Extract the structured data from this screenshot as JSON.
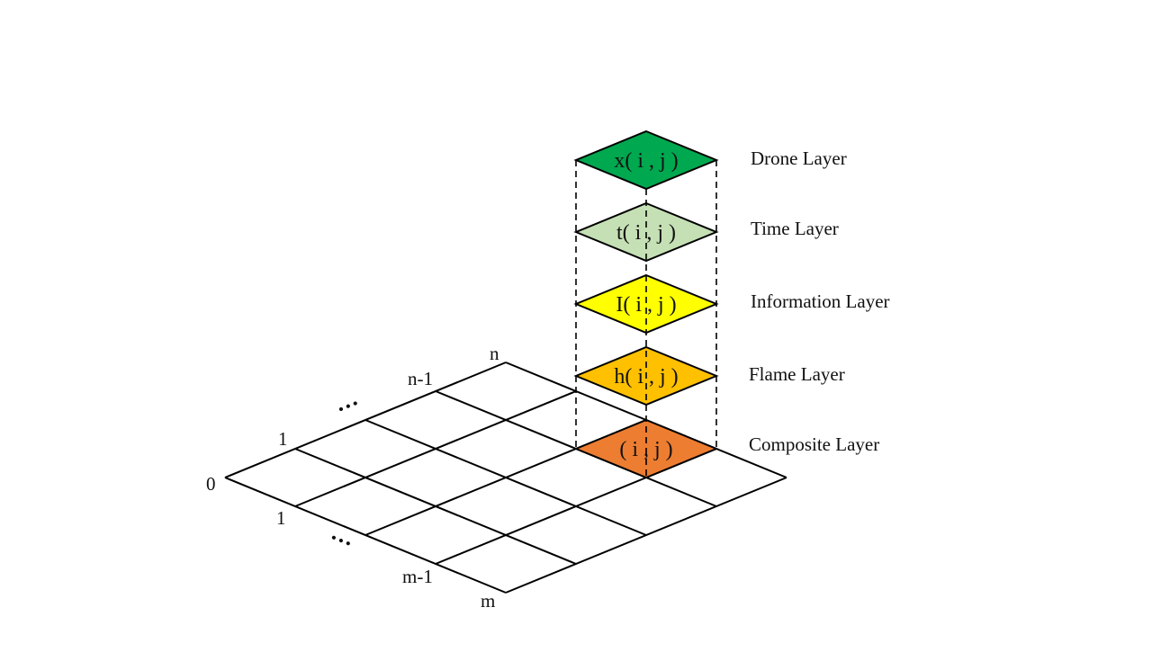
{
  "grid": {
    "origin_label": "0",
    "left_axis": {
      "ticks": [
        "1",
        "n-1",
        "n"
      ],
      "ellipsis": "..."
    },
    "right_axis": {
      "ticks": [
        "1",
        "m-1",
        "m"
      ],
      "ellipsis": "..."
    }
  },
  "layers": [
    {
      "name": "Drone Layer",
      "cell_label": "x( i , j )",
      "color": "#00a84f"
    },
    {
      "name": "Time Layer",
      "cell_label": "t( i , j )",
      "color": "#c5e0b4"
    },
    {
      "name": "Information Layer",
      "cell_label": "I( i , j )",
      "color": "#ffff00"
    },
    {
      "name": "Flame Layer",
      "cell_label": "h( i , j )",
      "color": "#ffc000"
    },
    {
      "name": "Composite Layer",
      "cell_label": "( i , j )",
      "color": "#ed7d31"
    }
  ]
}
